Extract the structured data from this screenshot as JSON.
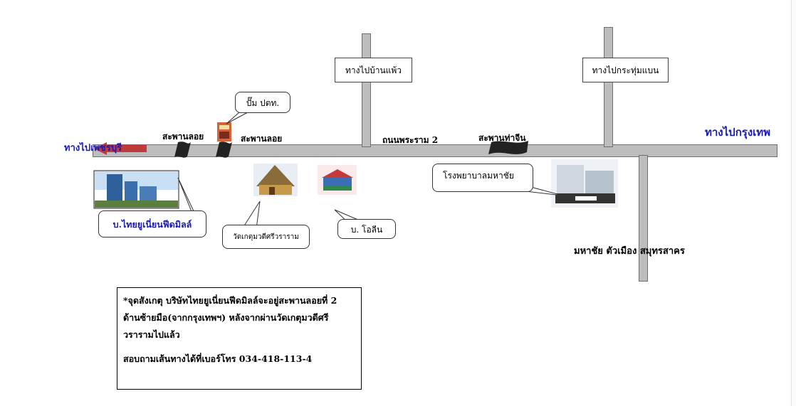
{
  "directions": {
    "to_bangkok": "ทางไปกรุงเทพ",
    "to_phetchaburi": "ทางไปเพชรบุรี"
  },
  "road_signs": {
    "ban_phaeo": "ทางไปบ้านแพ้ว",
    "krathum_baen": "ทางไปกระทุ่มแบน"
  },
  "road_labels": {
    "rama2": "ถนนพระราม 2",
    "bridge_loi_1": "สะพานลอย",
    "bridge_loi_2": "สะพานลอย",
    "bridge_tha_chin": "สะพานท่าจีน"
  },
  "landmarks": {
    "gas_station": "ปั๊ม  ปตท.",
    "thai_union": "บ.ไทยยูเนี่ยนฟีดมิลล์",
    "temple": "วัดเกตุมวดีศรีวราราม",
    "olean": "บ. โอลีน",
    "hospital": "โรงพยาบาลมหาชัย",
    "town": "มหาชัย ตัวเมือง  สมุทรสาคร"
  },
  "note": {
    "line1": "*จุดสังเกตุ บริษัทไทยยูเนี่ยนฟีดมิลล์จะอยู่สะพานลอยที่ 2",
    "line2": "ด้านซ้ายมือ(จากกรุงเทพฯ) หลังจากผ่านวัดเกตุมวดีศรี",
    "line3": "วรารามไปแล้ว",
    "contact": "สอบถามเส้นทางได้ที่เบอร์โทร  034-418-113-4"
  },
  "colors": {
    "road": "#bdbdbd",
    "direction_text": "#1a1ab8",
    "arrow": "#c0393b"
  }
}
